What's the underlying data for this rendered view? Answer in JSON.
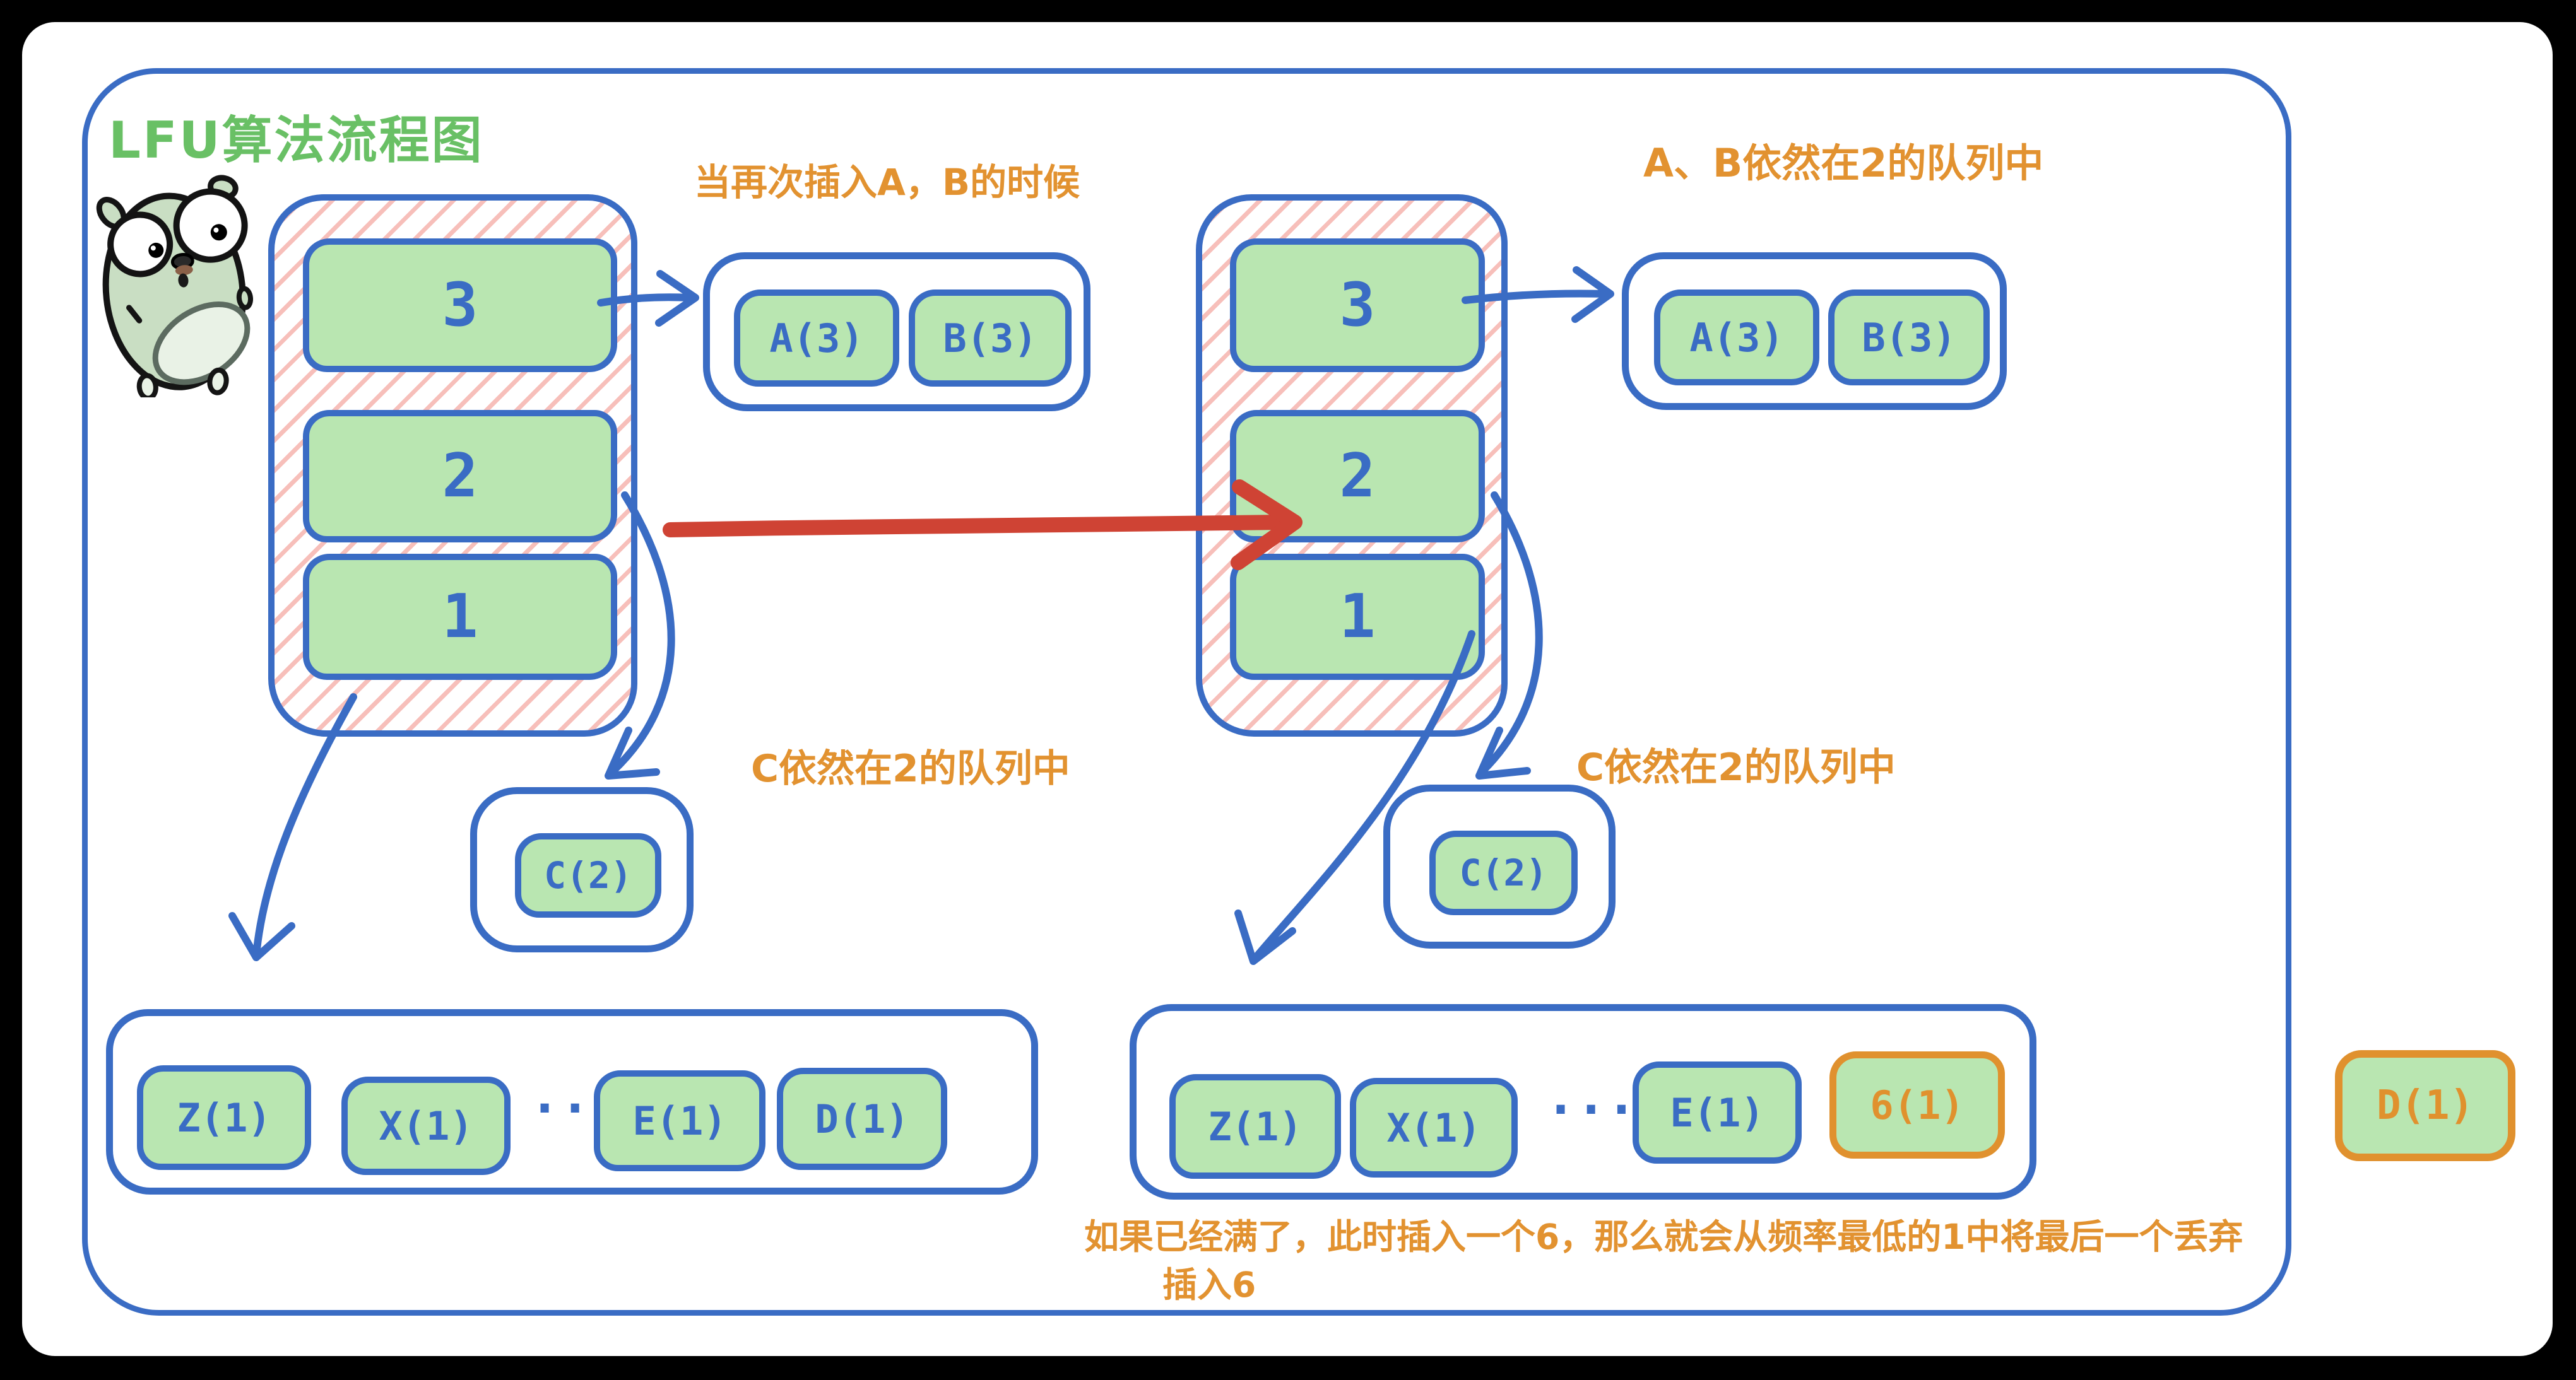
{
  "title": "LFU算法流程图",
  "colors": {
    "blue_stroke": "#3a6cc4",
    "green_fill": "#b9e6b1",
    "title_green": "#69c065",
    "orange": "#e29230",
    "red_arrow": "#cf4334",
    "hatch_pink": "#f08a82",
    "sheet": "#ffffff",
    "backdrop": "#000000"
  },
  "left_scene": {
    "insert_annotation": "当再次插入A，B的时候",
    "stack_levels": [
      "3",
      "2",
      "1"
    ],
    "queue3_items": [
      "A(3)",
      "B(3)"
    ],
    "c_annotation": "C依然在2的队列中",
    "queue2_item": "C(2)",
    "queue1_items": [
      "Z(1)",
      "X(1)",
      "···",
      "E(1)",
      "D(1)"
    ]
  },
  "right_scene": {
    "top_annotation": "A、B依然在2的队列中",
    "stack_levels": [
      "3",
      "2",
      "1"
    ],
    "queue3_items": [
      "A(3)",
      "B(3)"
    ],
    "c_annotation": "C依然在2的队列中",
    "queue2_item": "C(2)",
    "queue1_items": [
      "Z(1)",
      "X(1)",
      "···",
      "E(1)",
      "6(1)"
    ],
    "note_line1": "如果已经满了，此时插入一个6，那么就会从频率最低的1中将最后一个丢弃",
    "note_line2": "插入6"
  },
  "evicted_item": "D(1)"
}
